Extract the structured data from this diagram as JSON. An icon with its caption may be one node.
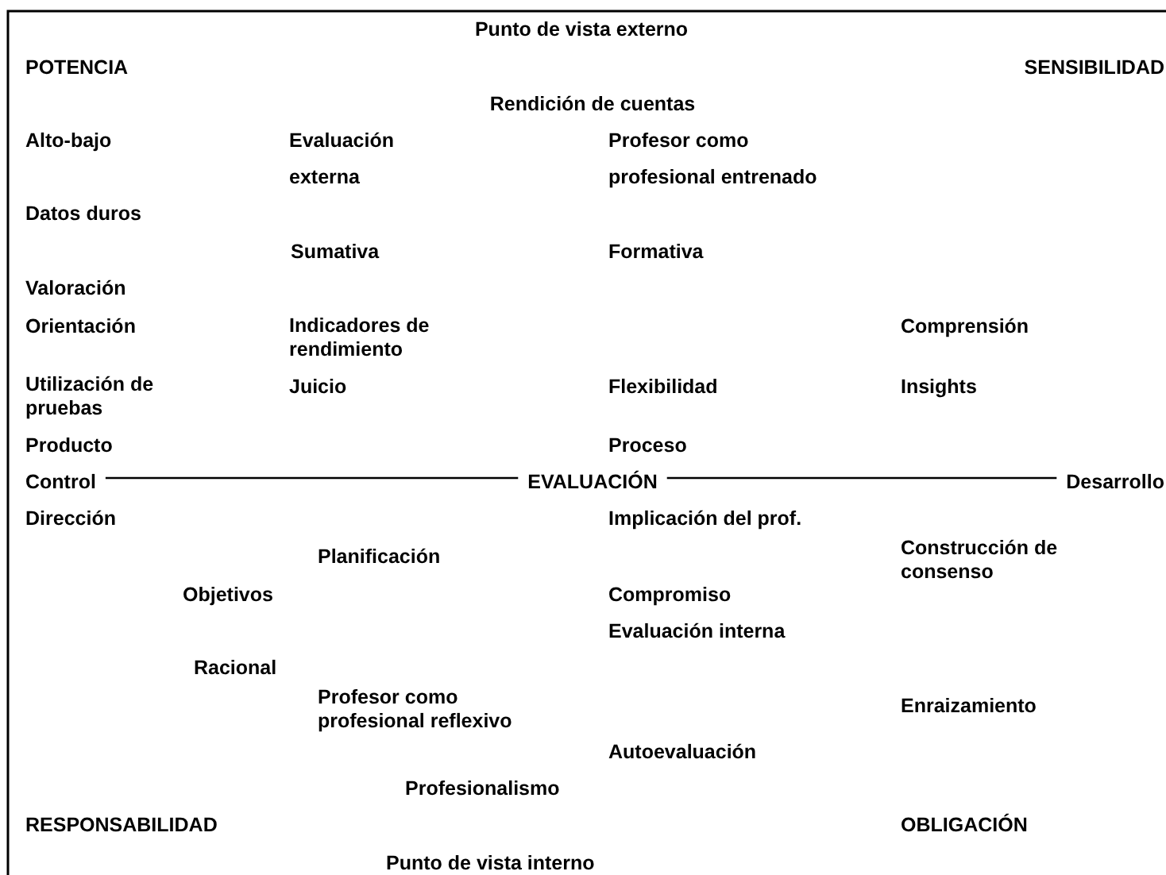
{
  "diagram": {
    "nodes": [
      {
        "text": [
          "Control"
        ]
      },
      {
        "text": [
          "EVALUACIÓN"
        ]
      },
      {
        "text": [
          "Desarrollo"
        ]
      }
    ],
    "edges": [
      {
        "from": 0,
        "to": 1,
        "arrow": "none"
      },
      {
        "from": 1,
        "to": 2,
        "arrow": "none"
      }
    ],
    "labels": [
      "Punto de vista externo",
      "POTENCIA",
      "SENSIBILIDAD",
      "Rendición de cuentas",
      "Alto-bajo",
      "Evaluación",
      "Profesor como",
      "externa",
      "profesional entrenado",
      "Datos duros",
      "Sumativa",
      "Formativa",
      "Valoración",
      "Orientación",
      "Indicadores de rendimiento",
      "Comprensión",
      "Utilización de pruebas",
      "Juicio",
      "Flexibilidad",
      "Insights",
      "Producto",
      "Proceso",
      "Dirección",
      "Implicación del prof.",
      "Planificación",
      "Construcción de consenso",
      "Objetivos",
      "Compromiso",
      "Evaluación interna",
      "Racional",
      "Profesor como profesional reflexivo",
      "Enraizamiento",
      "Autoevaluación",
      "Profesionalismo",
      "RESPONSABILIDAD",
      "OBLIGACIÓN",
      "Punto de vista interno"
    ]
  }
}
